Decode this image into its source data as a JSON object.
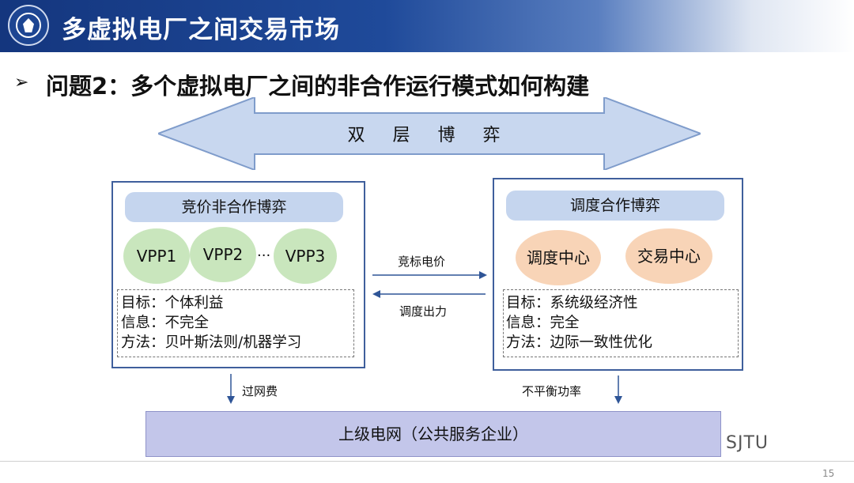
{
  "header": {
    "title": "多虚拟电厂之间交易市场",
    "logo_icon": "university-seal-icon"
  },
  "question": {
    "bullet": "➢",
    "text": "问题2：多个虚拟电厂之间的非合作运行模式如何构建"
  },
  "bilevel": {
    "label": "双 层 博 弈",
    "fill": "#c8d7ef",
    "stroke": "#7f9ccb"
  },
  "left_panel": {
    "title": "竞价非合作博弈",
    "nodes": [
      "VPP1",
      "VPP2",
      "VPP3"
    ],
    "ellipsis": "···",
    "goal": "目标：个体利益",
    "info": "信息：不完全",
    "method": "方法：贝叶斯法则/机器学习"
  },
  "right_panel": {
    "title": "调度合作博弈",
    "nodes": [
      "调度中心",
      "交易中心"
    ],
    "goal": "目标：系统级经济性",
    "info": "信息：完全",
    "method": "方法：边际一致性优化"
  },
  "links": {
    "bid_price": "竞标电价",
    "dispatch_output": "调度出力",
    "network_fee": "过网费",
    "imbalance_power": "不平衡功率"
  },
  "grid": {
    "label": "上级电网（公共服务企业）"
  },
  "footer": {
    "brand": "SJTU",
    "page": "15"
  },
  "colors": {
    "banner": "#1f4a9a",
    "vpp": "#c9e6bd",
    "center": "#f8d4b7",
    "pill": "#c5d5ee",
    "grid_bar": "#c3c6ea",
    "arrow": "#2f5597"
  }
}
